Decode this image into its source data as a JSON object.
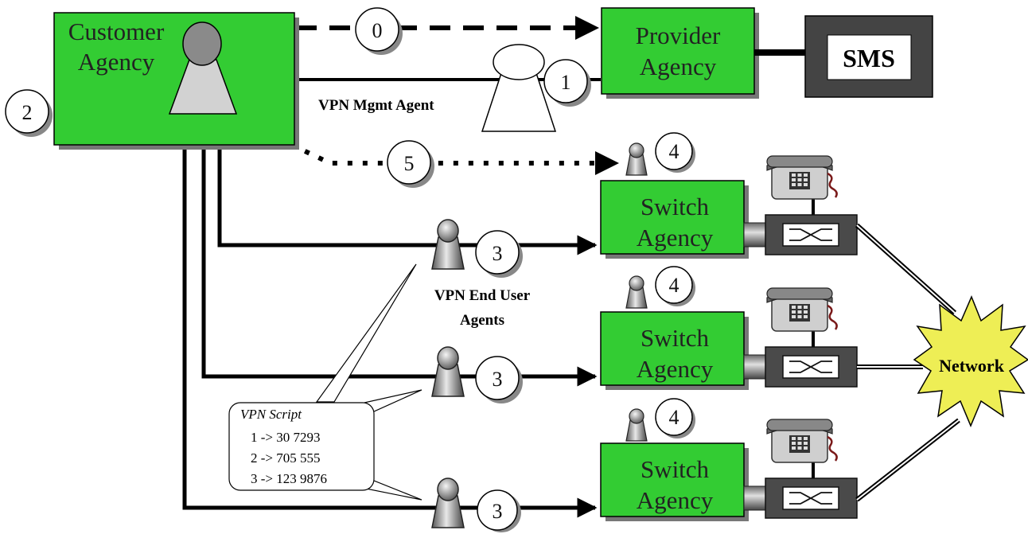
{
  "boxes": {
    "customer": [
      "Customer",
      "Agency"
    ],
    "provider": [
      "Provider",
      "Agency"
    ],
    "switch1": [
      "Switch",
      "Agency"
    ],
    "switch2": [
      "Switch",
      "Agency"
    ],
    "switch3": [
      "Switch",
      "Agency"
    ],
    "sms": "SMS"
  },
  "network": "Network",
  "steps": {
    "s0": "0",
    "s1": "1",
    "s2": "2",
    "s3a": "3",
    "s3b": "3",
    "s3c": "3",
    "s4a": "4",
    "s4b": "4",
    "s4c": "4",
    "s5": "5"
  },
  "labels": {
    "mgmt_agent": "VPN Mgmt Agent",
    "end_user_agents": [
      "VPN End User",
      "Agents"
    ]
  },
  "script": {
    "title": "VPN Script",
    "lines": [
      "1 -> 30 7293",
      "2 -> 705 555",
      "3 -> 123 9876"
    ]
  },
  "colors": {
    "agency_green": "#33cc33",
    "sms_dark": "#444444",
    "network_yellow": "#eeee55"
  }
}
